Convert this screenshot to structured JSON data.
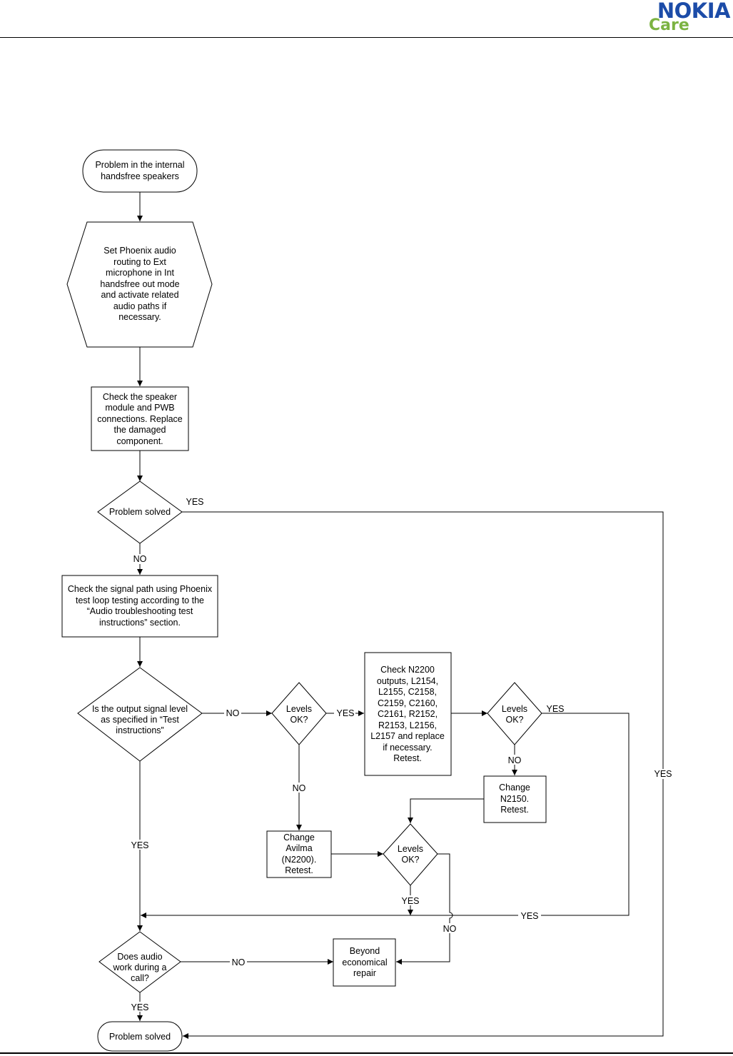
{
  "brand": {
    "name": "NOKIA",
    "sub": "Care"
  },
  "nodes": {
    "start": [
      "Problem in the internal",
      "handsfree speakers"
    ],
    "set_routing": [
      "Set Phoenix audio",
      "routing to Ext",
      "microphone in Int",
      "handsfree out mode",
      "and activate related",
      "audio paths if",
      "necessary."
    ],
    "check_speaker": [
      "Check the speaker",
      "module and  PWB",
      "connections. Replace",
      "the damaged",
      "component."
    ],
    "problem_solved_q": [
      "Problem solved"
    ],
    "check_signal": [
      "Check the signal path using Phoenix",
      "test loop testing according to the",
      "“Audio troubleshooting test",
      "instructions” section."
    ],
    "output_level_q": [
      "Is the output signal level",
      "as specified in “Test",
      "instructions”"
    ],
    "levels_ok_1": [
      "Levels",
      "OK?"
    ],
    "check_n2200": [
      "Check N2200",
      "outputs, L2154,",
      "L2155, C2158,",
      "C2159, C2160,",
      "C2161, R2152,",
      "R2153, L2156,",
      "L2157 and replace",
      "if necessary.",
      "Retest."
    ],
    "levels_ok_2": [
      "Levels",
      "OK?"
    ],
    "change_n2150": [
      "Change",
      "N2150.",
      "Retest."
    ],
    "change_avilma": [
      "Change",
      "Avilma",
      "(N2200).",
      "Retest."
    ],
    "levels_ok_3": [
      "Levels",
      "OK?"
    ],
    "audio_call_q": [
      "Does audio",
      "work during a",
      "call?"
    ],
    "beyond_repair": [
      "Beyond",
      "economical",
      "repair"
    ],
    "end": [
      "Problem solved"
    ]
  },
  "edge_labels": {
    "yes": "YES",
    "no": "NO"
  }
}
